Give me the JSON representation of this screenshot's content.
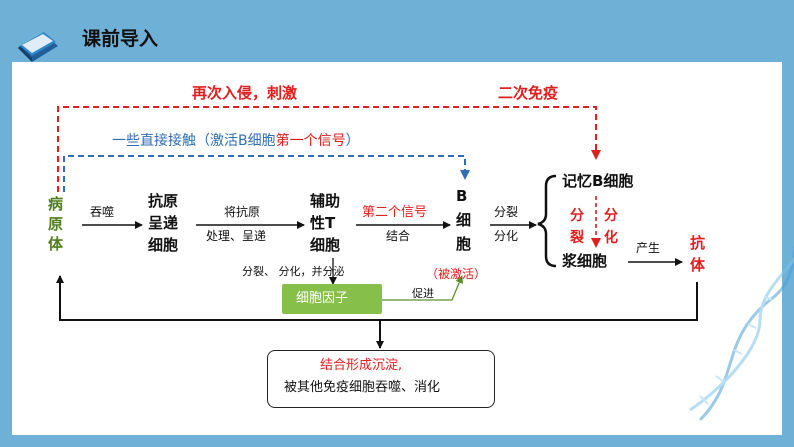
{
  "header": {
    "title": "课前导入"
  },
  "labels": {
    "pathogen": [
      "病",
      "原",
      "体"
    ],
    "engulf": "吞噬",
    "apc": [
      "抗原",
      "呈递",
      "细胞"
    ],
    "process_antigen": "将抗原",
    "process_present": "处理、呈递",
    "helper_t": [
      "辅助",
      "性T",
      "细胞"
    ],
    "second_signal": "第二个信号",
    "bind": "结合",
    "b_cell": [
      "B",
      "细",
      "胞"
    ],
    "divide": "分裂",
    "differentiate": "分化",
    "memory_b": "记忆B细胞",
    "split_divide": [
      "分",
      "裂"
    ],
    "split_diff": [
      "分",
      "化"
    ],
    "plasma": "浆细胞",
    "produce": "产生",
    "antibody": [
      "抗",
      "体"
    ],
    "t_cell_action": "分裂、 分化，并分泌",
    "activated": "（被激活）",
    "promote": "促进",
    "cytokine": "细胞因子",
    "reinvade": "再次入侵，刺激",
    "secondary": "二次免疫",
    "direct_contact_a": "一些直接接触（激活B细胞",
    "direct_contact_b": "第一个信号",
    "direct_contact_c": "）",
    "result_line1": "结合形成沉淀,",
    "result_line2": "被其他免疫细胞吞噬、消化"
  },
  "colors": {
    "background": "#6fb0d6",
    "red": "#e0201f",
    "green": "#4d7d1c",
    "blue": "#2f6db5",
    "cytokine_fill": "#86bf4a"
  }
}
